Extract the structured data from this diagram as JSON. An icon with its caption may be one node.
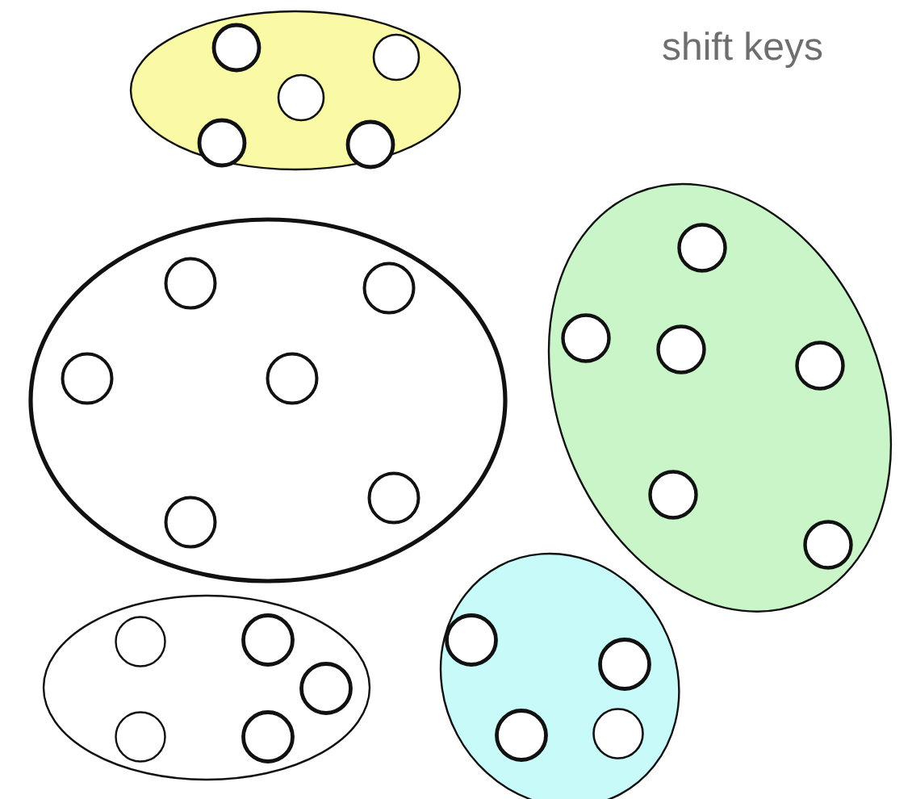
{
  "diagram": {
    "nodes": [
      {
        "text": [],
        "shape": "ellipse"
      },
      {
        "text": [],
        "shape": "circle",
        "in": 0
      },
      {
        "text": [],
        "shape": "circle",
        "in": 0
      },
      {
        "text": [],
        "shape": "circle",
        "in": 0
      },
      {
        "text": [],
        "shape": "circle",
        "in": 0
      },
      {
        "text": [],
        "shape": "circle",
        "in": 0
      },
      {
        "text": [],
        "shape": "ellipse"
      },
      {
        "text": [],
        "shape": "circle",
        "in": 6
      },
      {
        "text": [],
        "shape": "circle",
        "in": 6
      },
      {
        "text": [],
        "shape": "circle",
        "in": 6
      },
      {
        "text": [],
        "shape": "circle",
        "in": 6
      },
      {
        "text": [],
        "shape": "circle",
        "in": 6
      },
      {
        "text": [],
        "shape": "circle",
        "in": 6
      },
      {
        "text": [],
        "shape": "ellipse"
      },
      {
        "text": [],
        "shape": "circle",
        "in": 13
      },
      {
        "text": [],
        "shape": "circle",
        "in": 13
      },
      {
        "text": [],
        "shape": "circle",
        "in": 13
      },
      {
        "text": [],
        "shape": "circle",
        "in": 13
      },
      {
        "text": [],
        "shape": "circle",
        "in": 13
      },
      {
        "text": [],
        "shape": "circle",
        "in": 13
      },
      {
        "text": [],
        "shape": "ellipse"
      },
      {
        "text": [],
        "shape": "circle",
        "in": 20
      },
      {
        "text": [],
        "shape": "circle",
        "in": 20
      },
      {
        "text": [],
        "shape": "circle",
        "in": 20
      },
      {
        "text": [],
        "shape": "circle",
        "in": 20
      },
      {
        "text": [],
        "shape": "circle",
        "in": 20
      },
      {
        "text": [],
        "shape": "ellipse"
      },
      {
        "text": [],
        "shape": "circle",
        "in": 26
      },
      {
        "text": [],
        "shape": "circle",
        "in": 26
      },
      {
        "text": [],
        "shape": "circle",
        "in": 26
      },
      {
        "text": [],
        "shape": "circle",
        "in": 26
      }
    ],
    "labels": [
      "shift keys"
    ]
  }
}
